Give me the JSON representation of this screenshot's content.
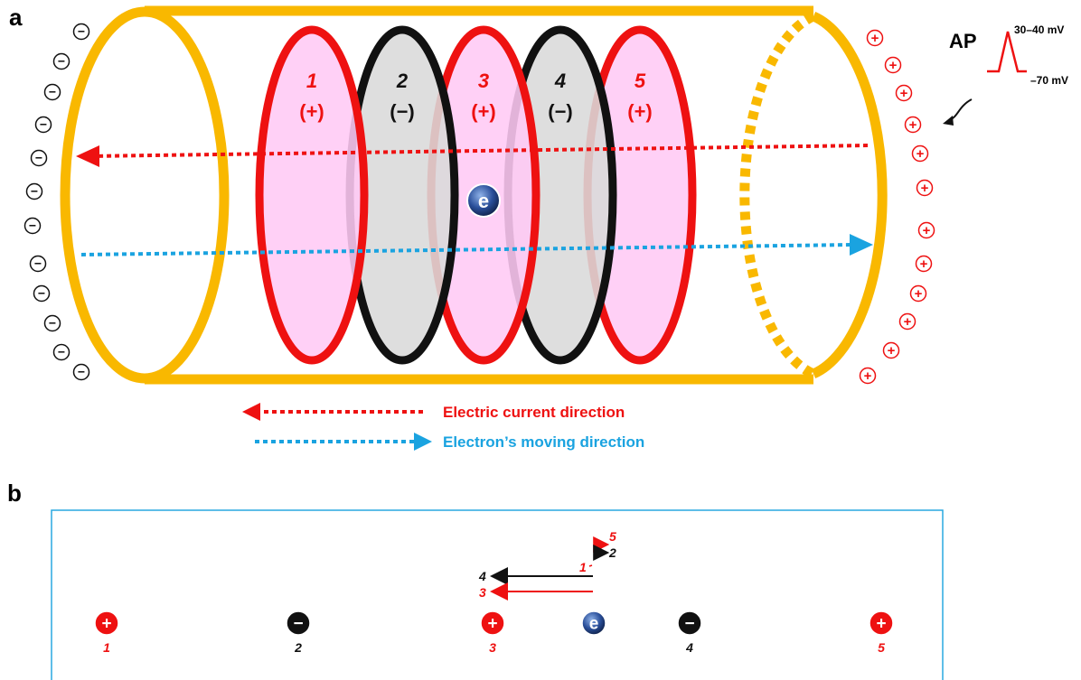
{
  "panel_a": {
    "letter": "a",
    "disks": [
      {
        "number": "1",
        "sign": "(+)",
        "color": "#ee1111"
      },
      {
        "number": "2",
        "sign": "(−)",
        "color": "#111111"
      },
      {
        "number": "3",
        "sign": "(+)",
        "color": "#ee1111"
      },
      {
        "number": "4",
        "sign": "(−)",
        "color": "#111111"
      },
      {
        "number": "5",
        "sign": "(+)",
        "color": "#ee1111"
      }
    ],
    "electron_symbol": "e",
    "negative_symbol": "−",
    "positive_symbol": "+",
    "ap": {
      "label": "AP",
      "peak": "30–40 mV",
      "rest": "–70 mV"
    },
    "legend": {
      "current": "Electric current direction",
      "electron": "Electron’s moving direction"
    }
  },
  "panel_b": {
    "letter": "b",
    "charges": [
      {
        "label": "1",
        "sign": "+",
        "color": "#ee1111"
      },
      {
        "label": "2",
        "sign": "−",
        "color": "#111111"
      },
      {
        "label": "3",
        "sign": "+",
        "color": "#ee1111"
      },
      {
        "label": "e",
        "sign": "e",
        "color": "#1e3a78"
      },
      {
        "label": "4",
        "sign": "−",
        "color": "#111111"
      },
      {
        "label": "5",
        "sign": "+",
        "color": "#ee1111"
      }
    ],
    "force_labels": {
      "f5": "5",
      "f2": "2",
      "f1": "1",
      "f4": "4",
      "f3": "3"
    }
  },
  "colors": {
    "axon": "#f9b800",
    "red": "#ee1111",
    "black": "#111111",
    "blue": "#1aa3e0",
    "pink": "#ffc9f5",
    "grey": "#d9d9d9",
    "frame": "#29a9e0"
  }
}
